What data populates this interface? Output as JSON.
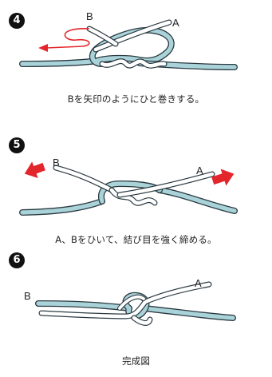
{
  "steps": [
    {
      "number": "4",
      "strand_labels": [
        "B",
        "A"
      ],
      "caption": "Bを矢印のようにひと巻きする。"
    },
    {
      "number": "5",
      "strand_labels": [
        "B",
        "A"
      ],
      "caption": "A、Bをひいて、結び目を強く締める。"
    },
    {
      "number": "6",
      "strand_labels": [
        "B",
        "A"
      ],
      "caption": "完成図"
    }
  ],
  "colors": {
    "rope_blue": "#a9d3d8",
    "rope_outline": "#2b3a42",
    "rope_white": "#ffffff",
    "arrow_red": "#e3262b",
    "badge": "#111111"
  }
}
